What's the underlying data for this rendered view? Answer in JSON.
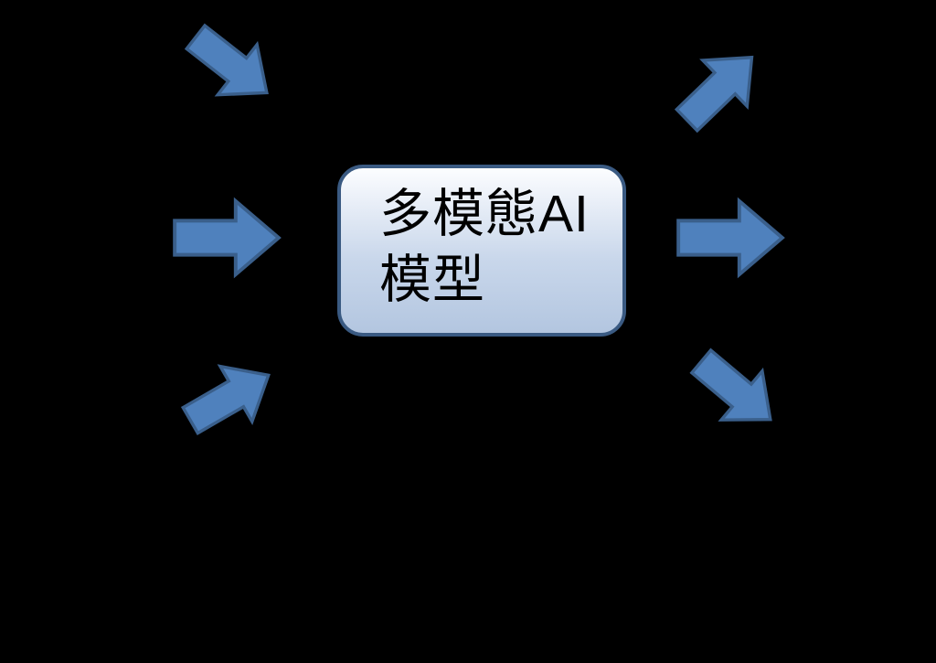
{
  "diagram": {
    "background_color": "#000000",
    "center_box": {
      "label_line1": "多模態AI",
      "label_line2": "模型",
      "text_color": "#000000",
      "fill_gradient_top": "#fcfdff",
      "fill_gradient_middle": "#c9d7eb",
      "fill_gradient_bottom": "#b3c6e0",
      "border_color": "#3a5a82"
    },
    "arrows": {
      "fill_color": "#4f81bd",
      "stroke_color": "#3a5f8b",
      "items": [
        {
          "name": "input-arrow-top-icon",
          "side": "input",
          "direction": "down-right"
        },
        {
          "name": "input-arrow-middle-icon",
          "side": "input",
          "direction": "right"
        },
        {
          "name": "input-arrow-bottom-icon",
          "side": "input",
          "direction": "up-right"
        },
        {
          "name": "output-arrow-top-icon",
          "side": "output",
          "direction": "up-right"
        },
        {
          "name": "output-arrow-middle-icon",
          "side": "output",
          "direction": "right"
        },
        {
          "name": "output-arrow-bottom-icon",
          "side": "output",
          "direction": "down-right"
        }
      ]
    }
  }
}
